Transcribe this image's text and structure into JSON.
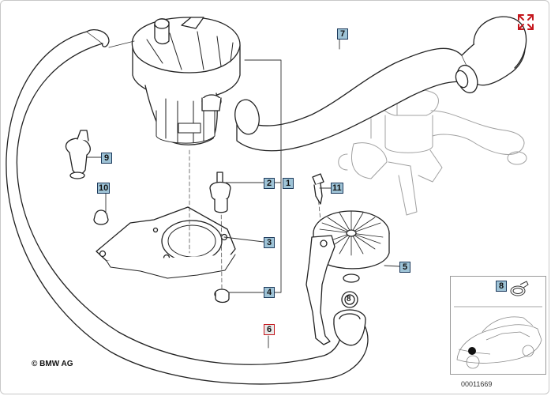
{
  "callouts": {
    "c1": "1",
    "c2": "2",
    "c3": "3",
    "c4": "4",
    "c5": "5",
    "c6": "6",
    "c7": "7",
    "c8_inset": "8",
    "c8_ring": "8",
    "c9": "9",
    "c10": "10",
    "c11": "11"
  },
  "copyright": "© BMW AG",
  "image_number": "00011669",
  "icons": {
    "expand": "expand-icon"
  },
  "colors": {
    "callout_fill": "#9ec3d6",
    "callout_border": "#1d3a5c",
    "highlight_border": "#c4161c",
    "line_art": "#222222",
    "ghost_art": "#9a9a9a"
  }
}
